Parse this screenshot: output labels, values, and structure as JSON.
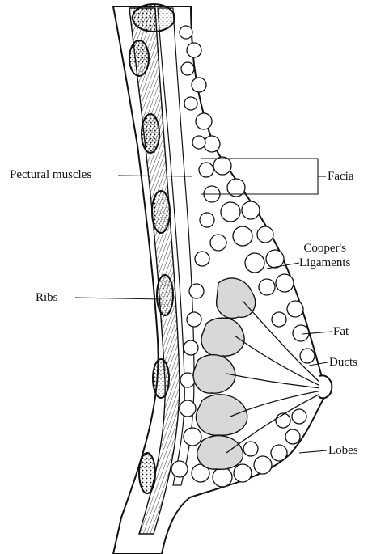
{
  "diagram": {
    "labels": {
      "pectoral_muscles": "Pectural muscles",
      "facia": "Facia",
      "coopers_line1": "Cooper's",
      "coopers_line2": "Ligaments",
      "ribs": "Ribs",
      "fat": "Fat",
      "ducts": "Ducts",
      "lobes": "Lobes"
    },
    "colors": {
      "ink": "#111111",
      "background": "#ffffff",
      "lobe_fill": "#d8d8d8"
    }
  }
}
